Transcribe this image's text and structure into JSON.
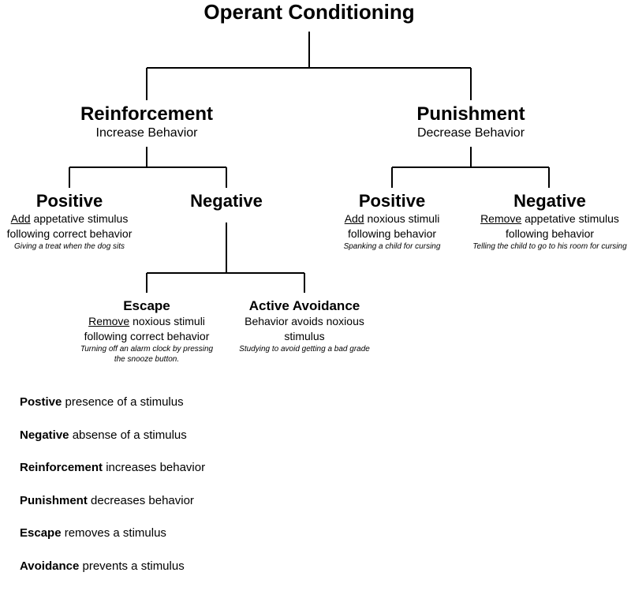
{
  "diagram": {
    "title": "Operant Conditioning",
    "reinforcement": {
      "label": "Reinforcement",
      "subtitle": "Increase Behavior",
      "positive": {
        "label": "Positive",
        "action": "Add",
        "rest": " appetative stimulus",
        "line2": "following correct behavior",
        "example": "Giving a treat when the dog sits"
      },
      "negative": {
        "label": "Negative",
        "escape": {
          "label": "Escape",
          "action": "Remove",
          "rest": " noxious stimuli",
          "line2": "following correct behavior",
          "example_line1": "Turning off an alarm clock by pressing",
          "example_line2": "the snooze button."
        },
        "active_avoidance": {
          "label": "Active Avoidance",
          "line1": "Behavior avoids noxious",
          "line2": "stimulus",
          "example": "Studying to avoid getting a bad grade"
        }
      }
    },
    "punishment": {
      "label": "Punishment",
      "subtitle": "Decrease Behavior",
      "positive": {
        "label": "Positive",
        "action": "Add",
        "rest": " noxious stimuli",
        "line2": "following behavior",
        "example": "Spanking a child for cursing"
      },
      "negative": {
        "label": "Negative",
        "action": "Remove",
        "rest": " appetative stimulus",
        "line2": "following behavior",
        "example": "Telling the child to go to his room for cursing"
      }
    }
  },
  "legend": [
    {
      "term": "Postive",
      "definition": " presence of a stimulus"
    },
    {
      "term": "Negative",
      "definition": " absense of a stimulus"
    },
    {
      "term": "Reinforcement",
      "definition": " increases behavior"
    },
    {
      "term": "Punishment",
      "definition": " decreases behavior"
    },
    {
      "term": "Escape",
      "definition": " removes a stimulus"
    },
    {
      "term": "Avoidance",
      "definition": " prevents a stimulus"
    }
  ]
}
